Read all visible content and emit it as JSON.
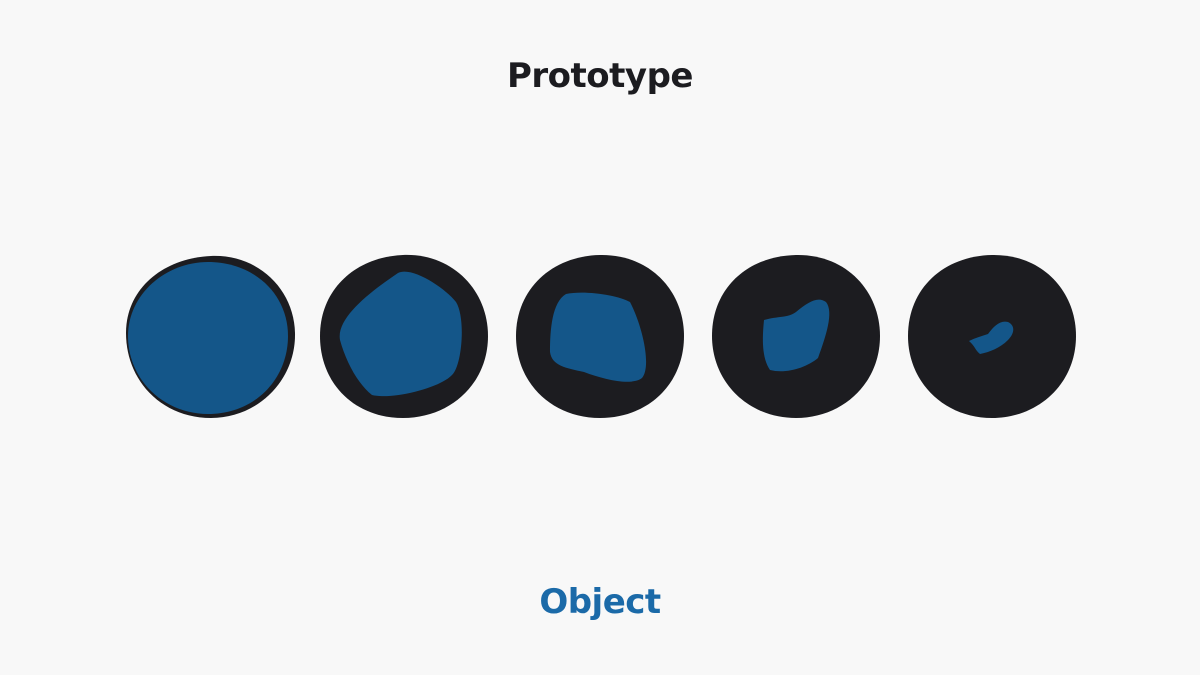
{
  "labels": {
    "top": "Prototype",
    "bottom": "Object"
  },
  "colors": {
    "background": "#f8f8f8",
    "prototype": "#1c1c20",
    "object": "#145689",
    "object_label": "#1b6aa8"
  },
  "stages": [
    {
      "name": "stage-1",
      "object_fraction": 0.95
    },
    {
      "name": "stage-2",
      "object_fraction": 0.6
    },
    {
      "name": "stage-3",
      "object_fraction": 0.33
    },
    {
      "name": "stage-4",
      "object_fraction": 0.15
    },
    {
      "name": "stage-5",
      "object_fraction": 0.03
    }
  ]
}
